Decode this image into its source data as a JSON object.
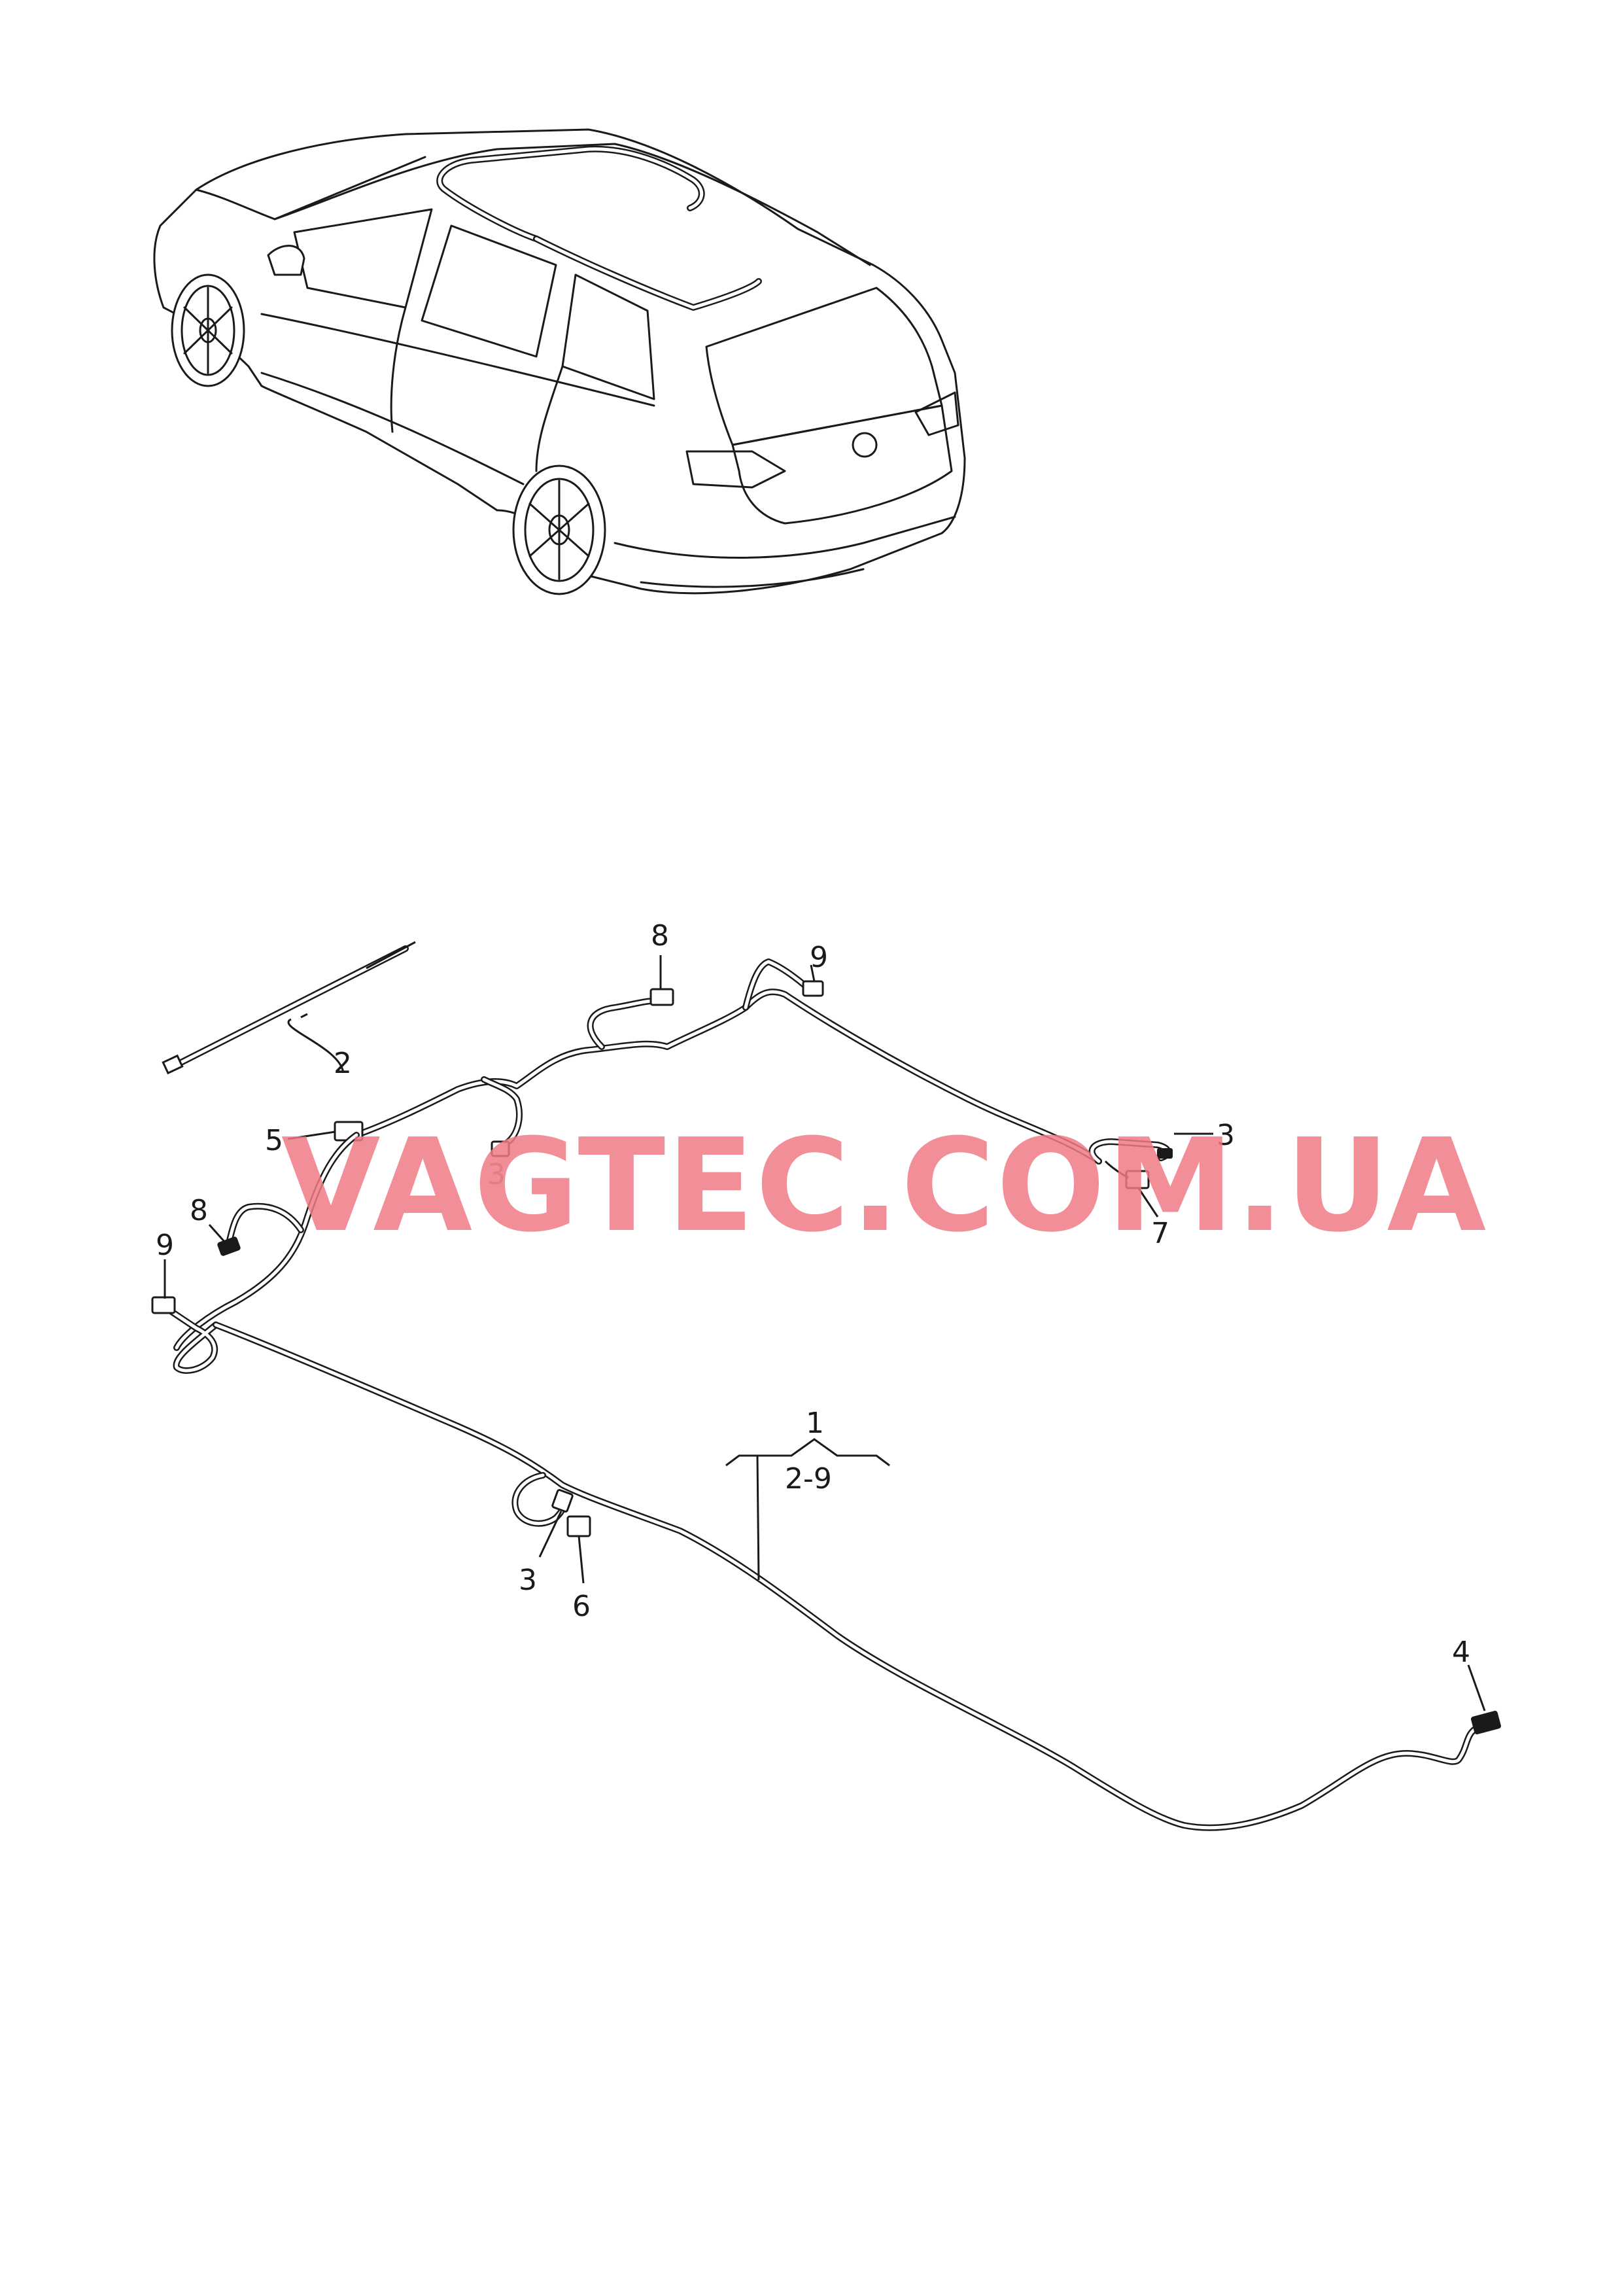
{
  "watermark": {
    "text": "VAGTEC.COM.UA",
    "color": "#f07a86"
  },
  "callouts": {
    "c1": "1",
    "c1_range": "2-9",
    "c2": "2",
    "c3_a": "3",
    "c3_b": "3",
    "c3_c": "3",
    "c4": "4",
    "c5": "5",
    "c6": "6",
    "c7": "7",
    "c8_a": "8",
    "c8_b": "8",
    "c9_a": "9",
    "c9_b": "9"
  },
  "colors": {
    "line": "#1a1a1a",
    "background": "#ffffff",
    "grey_label": "#8a8a8a"
  }
}
